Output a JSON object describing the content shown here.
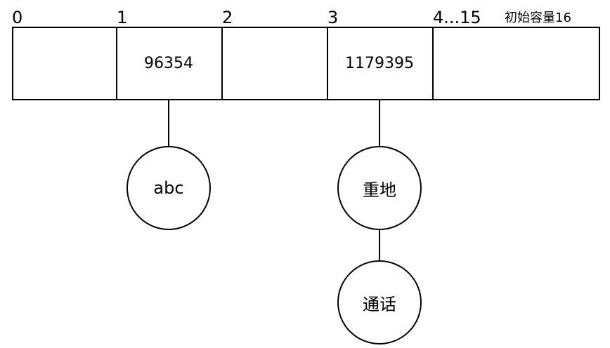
{
  "indices": [
    "0",
    "1",
    "2",
    "3",
    "4...15"
  ],
  "capacity_label": "初始容量16",
  "buckets": [
    {
      "value": ""
    },
    {
      "value": "96354"
    },
    {
      "value": ""
    },
    {
      "value": "1179395"
    },
    {
      "value": ""
    }
  ],
  "nodes": {
    "bucket1_node1": "abc",
    "bucket3_node1": "重地",
    "bucket3_node2": "通话"
  },
  "colors": {
    "line": "#000000",
    "background": "#ffffff"
  }
}
